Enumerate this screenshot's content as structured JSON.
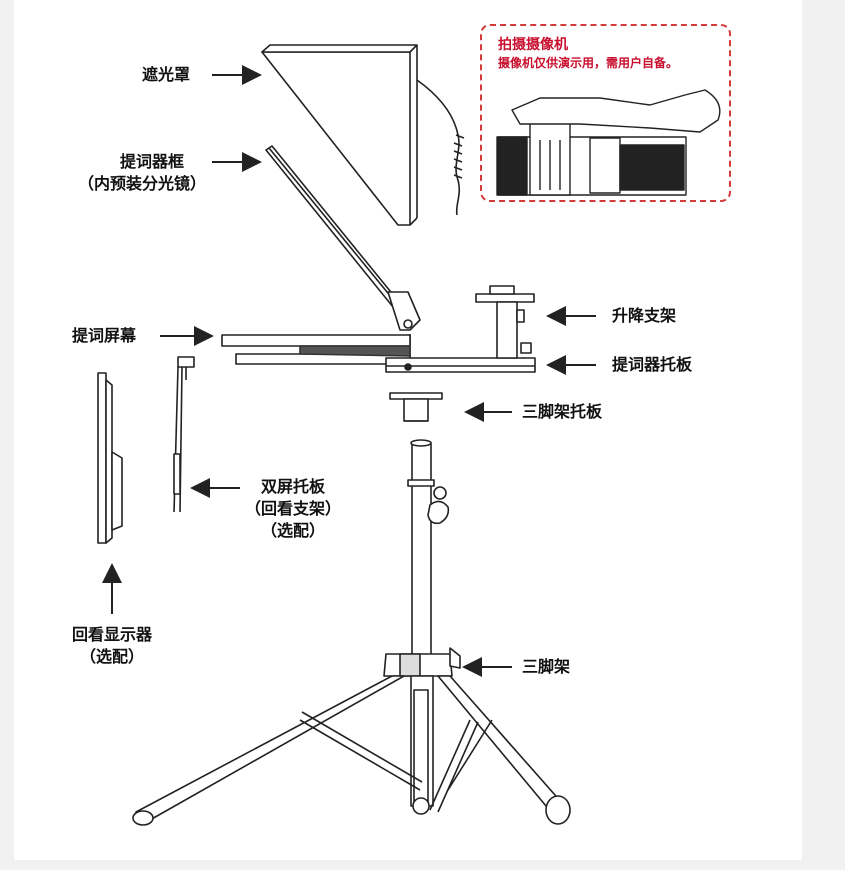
{
  "labels": {
    "hood": "遮光罩",
    "frame_line1": "提词器框",
    "frame_line2": "（内预装分光镜）",
    "screen": "提词屏幕",
    "lift_bracket": "升降支架",
    "base_plate": "提词器托板",
    "tripod_plate": "三脚架托板",
    "dual_plate_line1": "双屏托板",
    "dual_plate_line2": "（回看支架）",
    "dual_plate_line3": "（选配）",
    "monitor_line1": "回看显示器",
    "monitor_line2": "（选配）",
    "tripod": "三脚架"
  },
  "camera_note": {
    "title": "拍摄摄像机",
    "description": "摄像机仅供演示用，需用户自备。"
  },
  "colors": {
    "note_red": "#c8102e",
    "note_border": "#d33a3a",
    "line": "#222222"
  }
}
